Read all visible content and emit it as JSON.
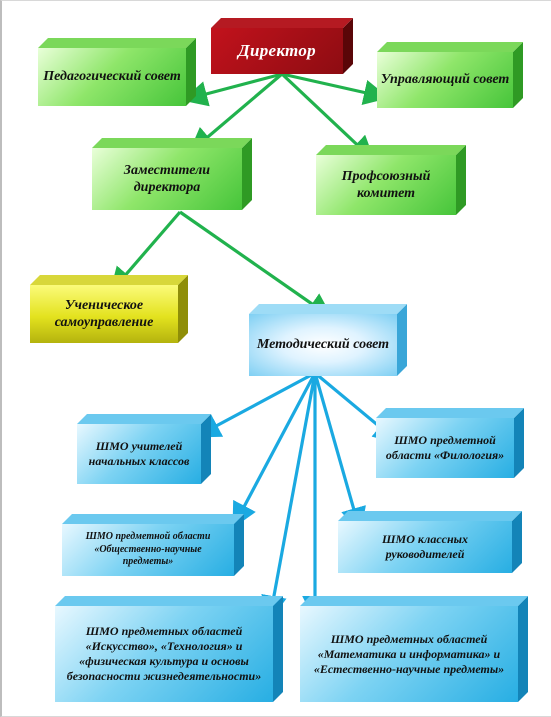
{
  "nodes": {
    "director": "Директор",
    "pedagogical_council": "Педагогический совет",
    "governing_council": "Управляющий совет",
    "deputy_directors": "Заместители директора",
    "trade_union_committee": "Профсоюзный комитет",
    "student_self_government": "Ученическое самоуправление",
    "methodical_council": "Методический совет",
    "shmo_primary": "ШМО учителей начальных классов",
    "shmo_philology": "ШМО предметной области «Филология»",
    "shmo_social": "ШМО предметной области «Общественно-научные предметы»",
    "shmo_class_teachers": "ШМО классных руководителей",
    "shmo_arts": "ШМО предметных областей «Искусство», «Технология» и «физическая культура и основы безопасности жизнедеятельности»",
    "shmo_math": "ШМО предметных областей «Математика и информатика» и «Естественно-научные предметы»"
  },
  "colors": {
    "green_arrow": "#21b24d",
    "blue_arrow": "#1aa9e1",
    "director_fill": "#a00f16",
    "green_fill": "#58cf45",
    "yellow_fill": "#e3e21e",
    "blue_fill": "#27aee3"
  }
}
